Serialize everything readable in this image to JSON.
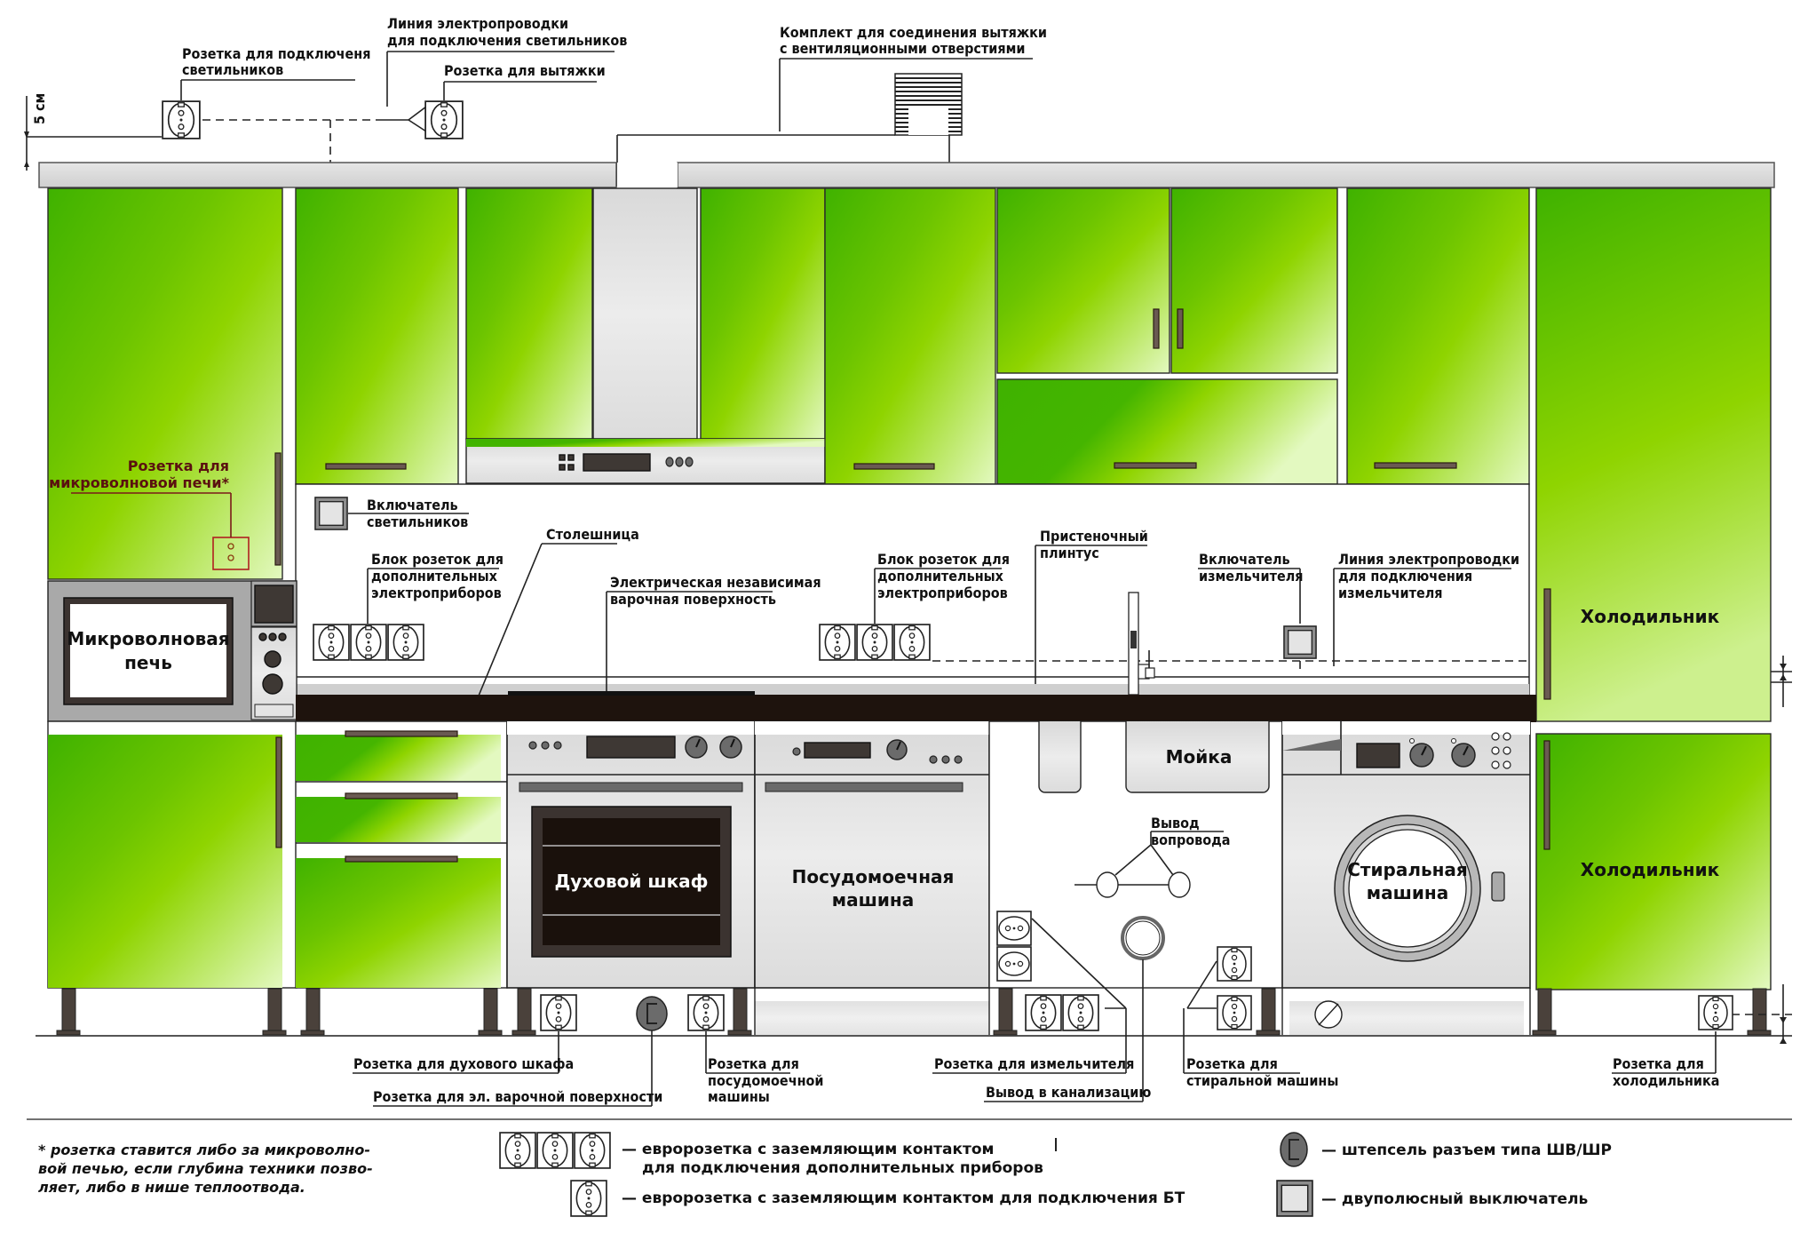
{
  "top_labels": {
    "ceiling_socket": [
      "Розетка для подключеня",
      "светильников"
    ],
    "wiring_lights": [
      "Линия электропроводки",
      "для подключения светильников"
    ],
    "hood_socket": "Розетка для вытяжки",
    "hood_kit": [
      "Комплект для соединения вытяжки",
      "с вентиляционными отверстиями"
    ],
    "dimension_5cm": "5 см"
  },
  "wall_labels": {
    "microwave_socket": [
      "Розетка для",
      "микроволновой печи*"
    ],
    "light_switch": [
      "Включатель",
      "светильников"
    ],
    "socket_block_left": [
      "Блок розеток для",
      "дополнительных",
      "электроприборов"
    ],
    "countertop": "Столешница",
    "cooktop": [
      "Электрическая независимая",
      "варочная поверхность"
    ],
    "socket_block_right": [
      "Блок розеток для",
      "дополнительных",
      "электроприборов"
    ],
    "baseboard": [
      "Пристеночный",
      "плинтус"
    ],
    "grinder_switch": [
      "Включатель",
      "измельчителя"
    ],
    "grinder_wiring": [
      "Линия электропроводки",
      "для подключения",
      "измельчителя"
    ]
  },
  "appliances": {
    "microwave": [
      "Микроволновая",
      "печь"
    ],
    "oven": "Духовой шкаф",
    "dishwasher": [
      "Посудомоечная",
      "машина"
    ],
    "sink": "Мойка",
    "washer": [
      "Стиральная",
      "машина"
    ],
    "fridge_top": "Холодильник",
    "fridge_bottom": "Холодильник",
    "water_outlet": [
      "Вывод",
      "вопровода"
    ]
  },
  "bottom_labels": {
    "oven_socket": "Розетка для духового шкафа",
    "cooktop_socket": "Розетка для эл. варочной поверхности",
    "dishwasher_socket": [
      "Розетка для",
      "посудомоечной",
      "машины"
    ],
    "grinder_socket": "Розетка для измельчителя",
    "sewer_outlet": "Вывод в канализацию",
    "washer_socket": [
      "Розетка для",
      "стиральной машины"
    ],
    "fridge_socket": [
      "Розетка для",
      "холодильника"
    ]
  },
  "footnote": [
    "* розетка ставится либо за микроволно-",
    "вой печью, если глубина техники позво-",
    "ляет, либо в нише теплоотвода."
  ],
  "legend": {
    "block_socket": [
      "— евророзетка с заземляющим контактом",
      "для подключения дополнительных приборов"
    ],
    "single_socket": "— евророзетка с заземляющим контактом для подключения БТ",
    "plug_connector": "— штепсель разъем типа ШВ/ШР",
    "double_switch": "— двуполюсный выключатель"
  },
  "colors": {
    "green_dark": "#3fb200",
    "green_mid": "#8fd400",
    "green_light": "#dff7b8",
    "countertop": "#1e130d",
    "appliance_grey": "#dcdcdc",
    "red_marker": "#b02020"
  }
}
